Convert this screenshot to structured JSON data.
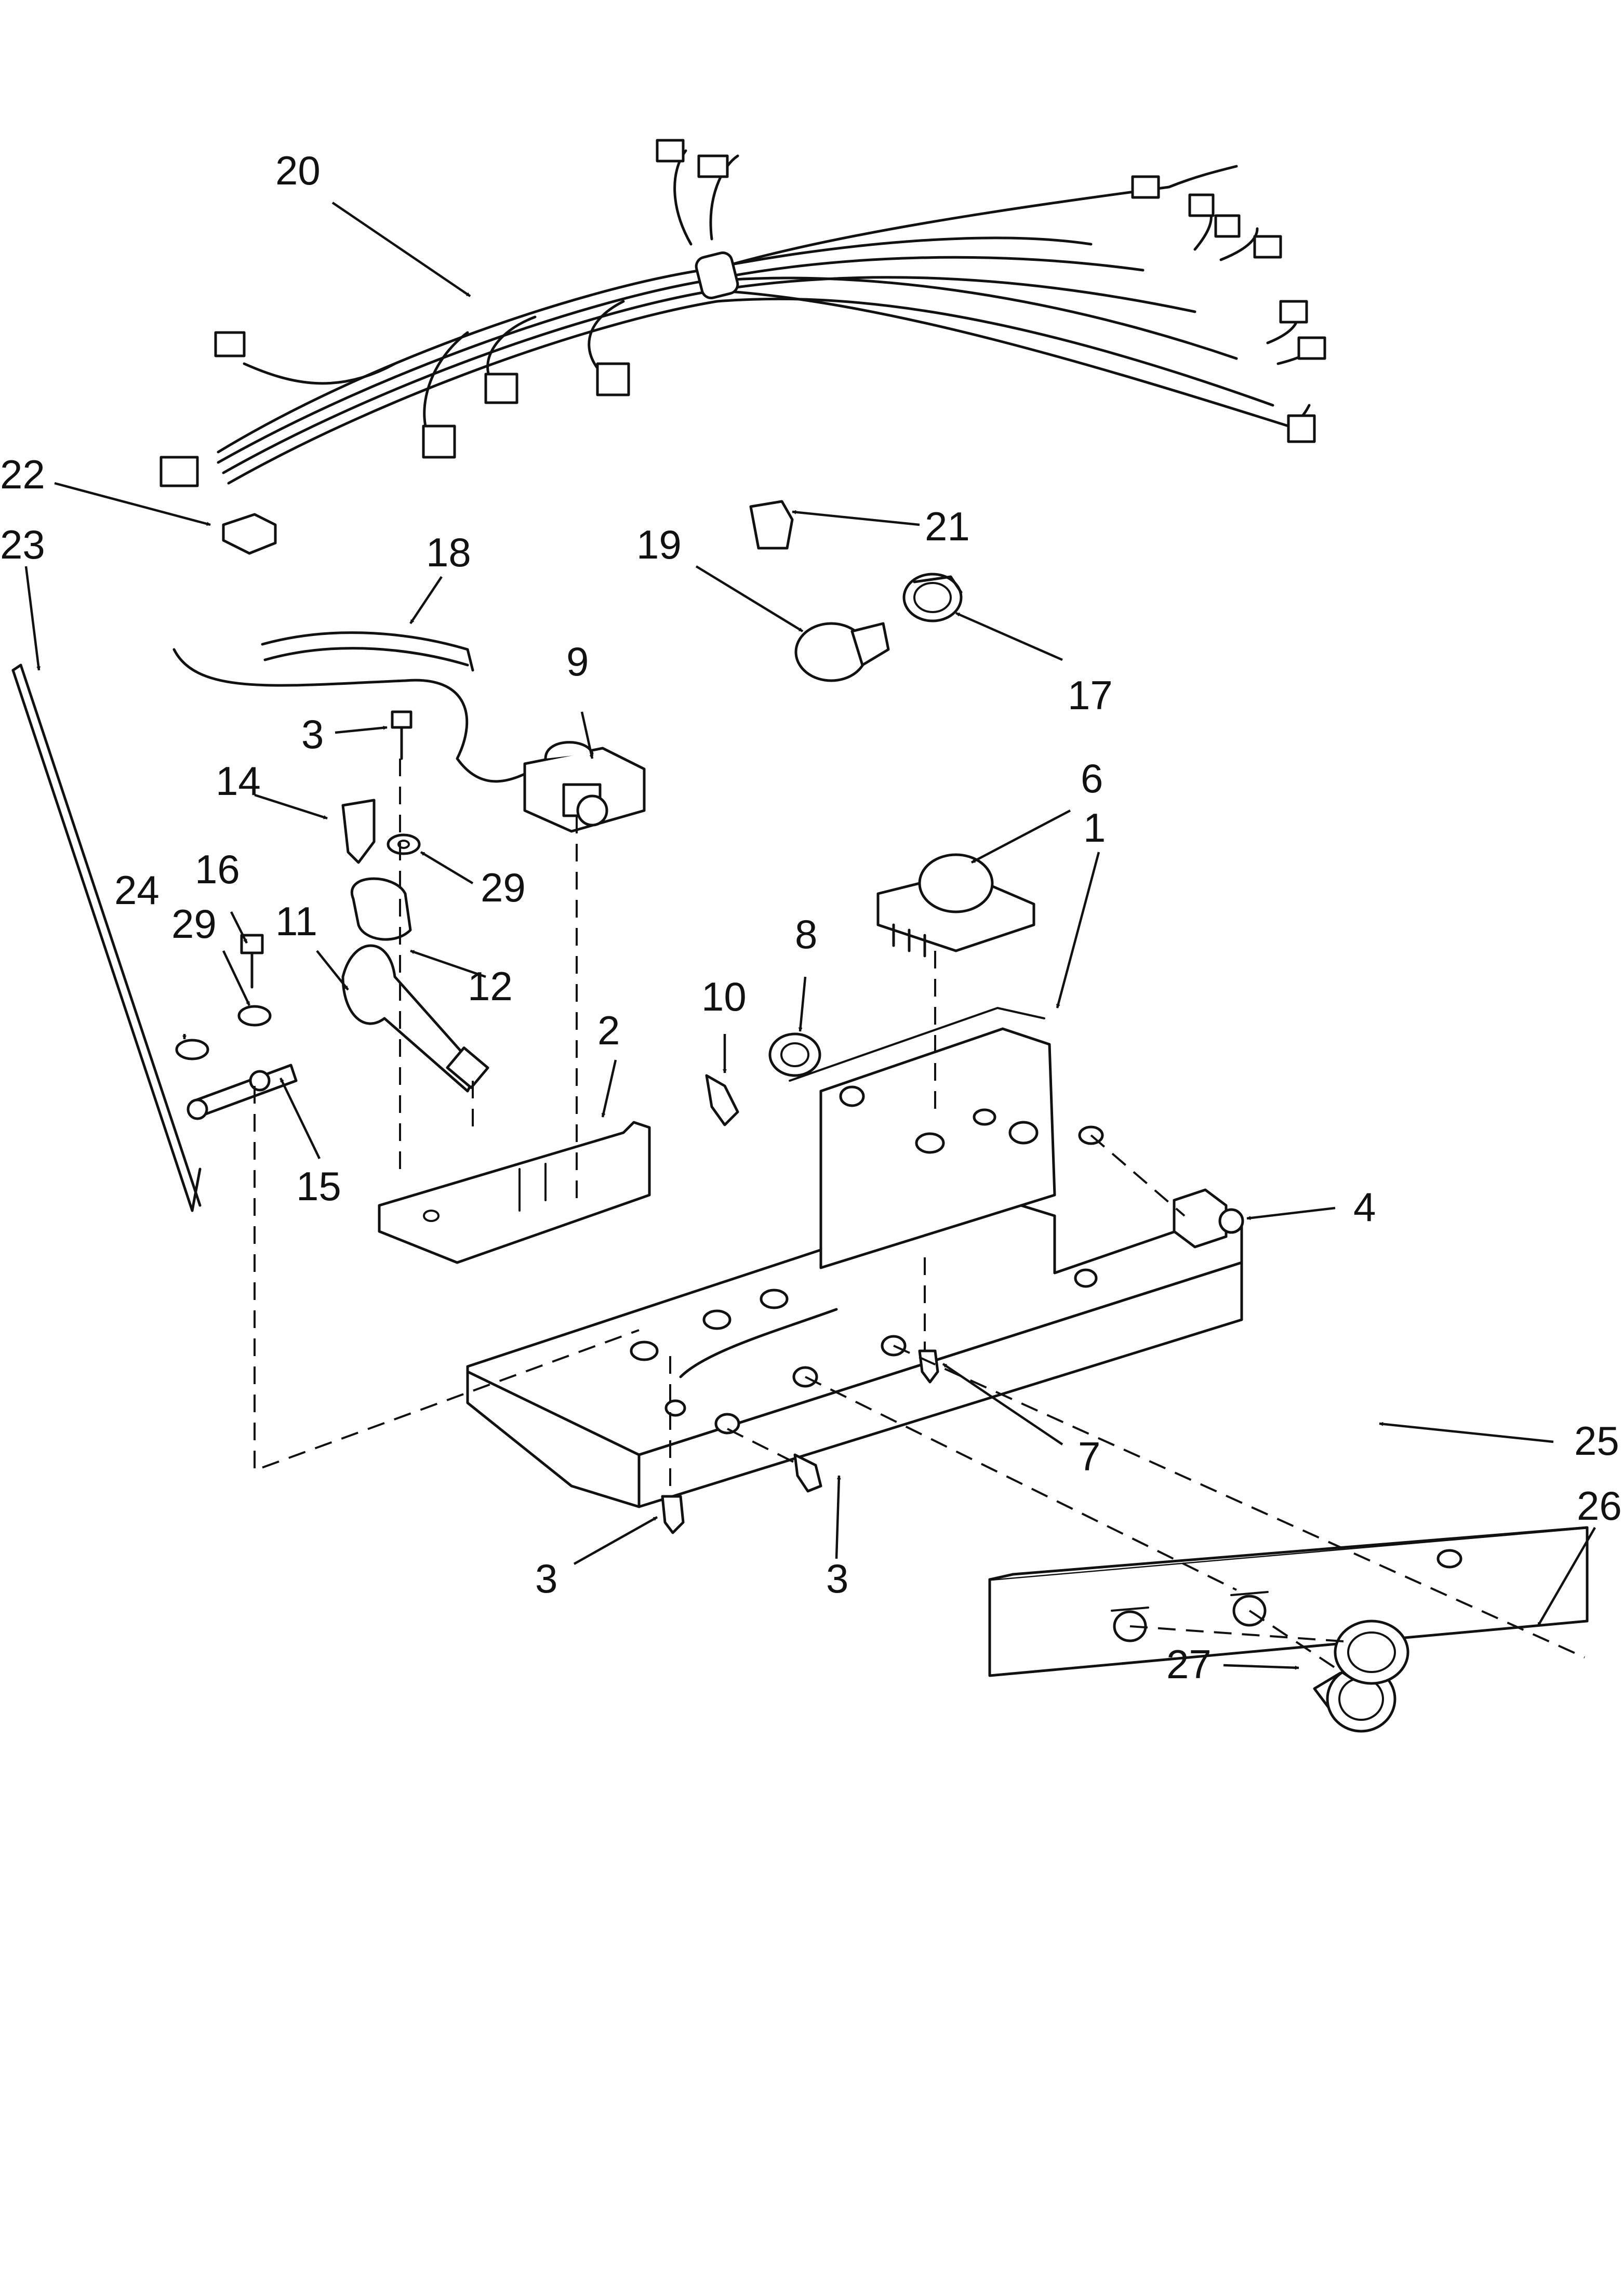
{
  "callouts": [
    {
      "id": "c20",
      "text": "20"
    },
    {
      "id": "c22",
      "text": "22"
    },
    {
      "id": "c23",
      "text": "23"
    },
    {
      "id": "c18",
      "text": "18"
    },
    {
      "id": "c21",
      "text": "21"
    },
    {
      "id": "c19",
      "text": "19"
    },
    {
      "id": "c17",
      "text": "17"
    },
    {
      "id": "c9",
      "text": "9"
    },
    {
      "id": "c3a",
      "text": "3"
    },
    {
      "id": "c14",
      "text": "14"
    },
    {
      "id": "c29a",
      "text": "29"
    },
    {
      "id": "c6",
      "text": "6"
    },
    {
      "id": "c1",
      "text": "1"
    },
    {
      "id": "c16",
      "text": "16"
    },
    {
      "id": "c24",
      "text": "24"
    },
    {
      "id": "c29b",
      "text": "29"
    },
    {
      "id": "c11",
      "text": "11"
    },
    {
      "id": "c12",
      "text": "12"
    },
    {
      "id": "c8",
      "text": "8"
    },
    {
      "id": "c2",
      "text": "2"
    },
    {
      "id": "c10",
      "text": "10"
    },
    {
      "id": "c15",
      "text": "15"
    },
    {
      "id": "c4",
      "text": "4"
    },
    {
      "id": "c7",
      "text": "7"
    },
    {
      "id": "c25",
      "text": "25"
    },
    {
      "id": "c26",
      "text": "26"
    },
    {
      "id": "c3b",
      "text": "3"
    },
    {
      "id": "c3c",
      "text": "3"
    },
    {
      "id": "c27",
      "text": "27"
    }
  ]
}
